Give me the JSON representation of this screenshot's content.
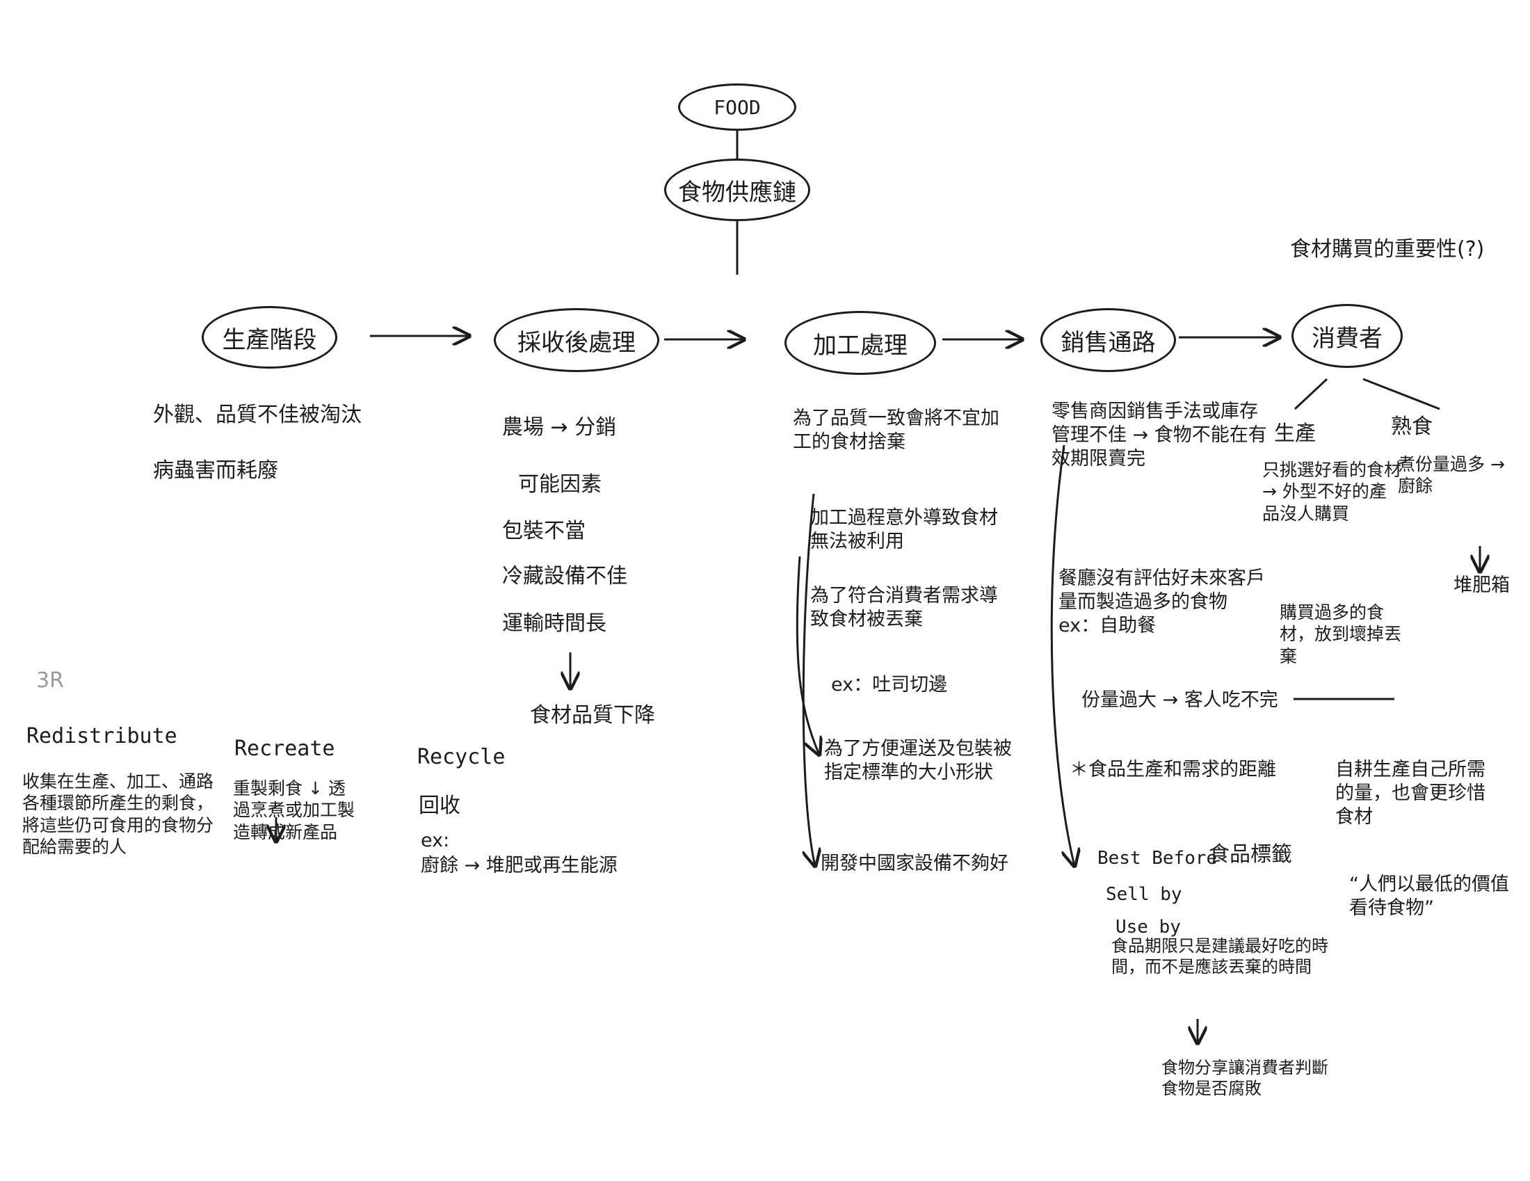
{
  "root": {
    "label": "FOOD"
  },
  "chain": {
    "label": "食物供應鏈"
  },
  "importance_note": "食材購買的重要性(?)",
  "stages": [
    {
      "label": "生產階段"
    },
    {
      "label": "採收後處理"
    },
    {
      "label": "加工處理"
    },
    {
      "label": "銷售通路"
    },
    {
      "label": "消費者"
    }
  ],
  "production": {
    "notes": [
      "外觀、品質不佳被淘汰",
      "病蟲害而耗廢"
    ]
  },
  "harvest": {
    "flow": "農場 → 分銷",
    "reason_title": "可能因素",
    "reasons": [
      "包裝不當",
      "冷藏設備不佳",
      "運輸時間長"
    ],
    "result": "食材品質下降"
  },
  "processing": {
    "notes": [
      "為了品質一致會將不宜加工的食材捨棄",
      "加工過程意外導致食材無法被利用",
      "為了符合消費者需求導致食材被丟棄",
      "ex：吐司切邊",
      "為了方便運送及包裝被指定標準的大小形狀",
      "開發中國家設備不夠好"
    ]
  },
  "sales": {
    "notes": [
      "零售商因銷售手法或庫存管理不佳 → 食物不能在有效期限賣完",
      "餐廳沒有評估好未來客戶量而製造過多的食物 ex：自助餐",
      "份量過大 → 客人吃不完",
      "＊食品生產和需求的距離"
    ],
    "labels_title": "食品標籤",
    "labels": [
      "Best Before",
      "Sell by",
      "Use by"
    ],
    "label_note": "食品期限只是建議最好吃的時間，而不是應該丟棄的時間",
    "label_result": "食物分享讓消費者判斷食物是否腐敗"
  },
  "consumer": {
    "branches": [
      {
        "title": "生產",
        "notes": [
          "只挑選好看的食材 → 外型不好的產品沒人購買",
          "購買過多的食材，放到壞掉丟棄"
        ]
      },
      {
        "title": "熟食",
        "notes": [
          "煮份量過多 → 廚餘",
          "堆肥箱"
        ]
      }
    ],
    "self_note": "自耕生產自己所需的量，也會更珍惜食材",
    "quote": "“人們以最低的價值看待食物”"
  },
  "three_r": {
    "faint_label": "3R",
    "items": [
      {
        "title": "Redistribute",
        "note": "收集在生產、加工、通路各種環節所產生的剩食，將這些仍可食用的食物分配給需要的人"
      },
      {
        "title": "Recreate",
        "note": "重製剩食 ↓ 透過烹煮或加工製造轉成新產品"
      },
      {
        "title": "Recycle",
        "subtitle": "回收",
        "example": "ex:",
        "note": "廚餘 → 堆肥或再生能源"
      }
    ]
  },
  "colors": {
    "ink": "#1c1c1c",
    "paper": "#ffffff",
    "faint": "#9a9a9a"
  }
}
